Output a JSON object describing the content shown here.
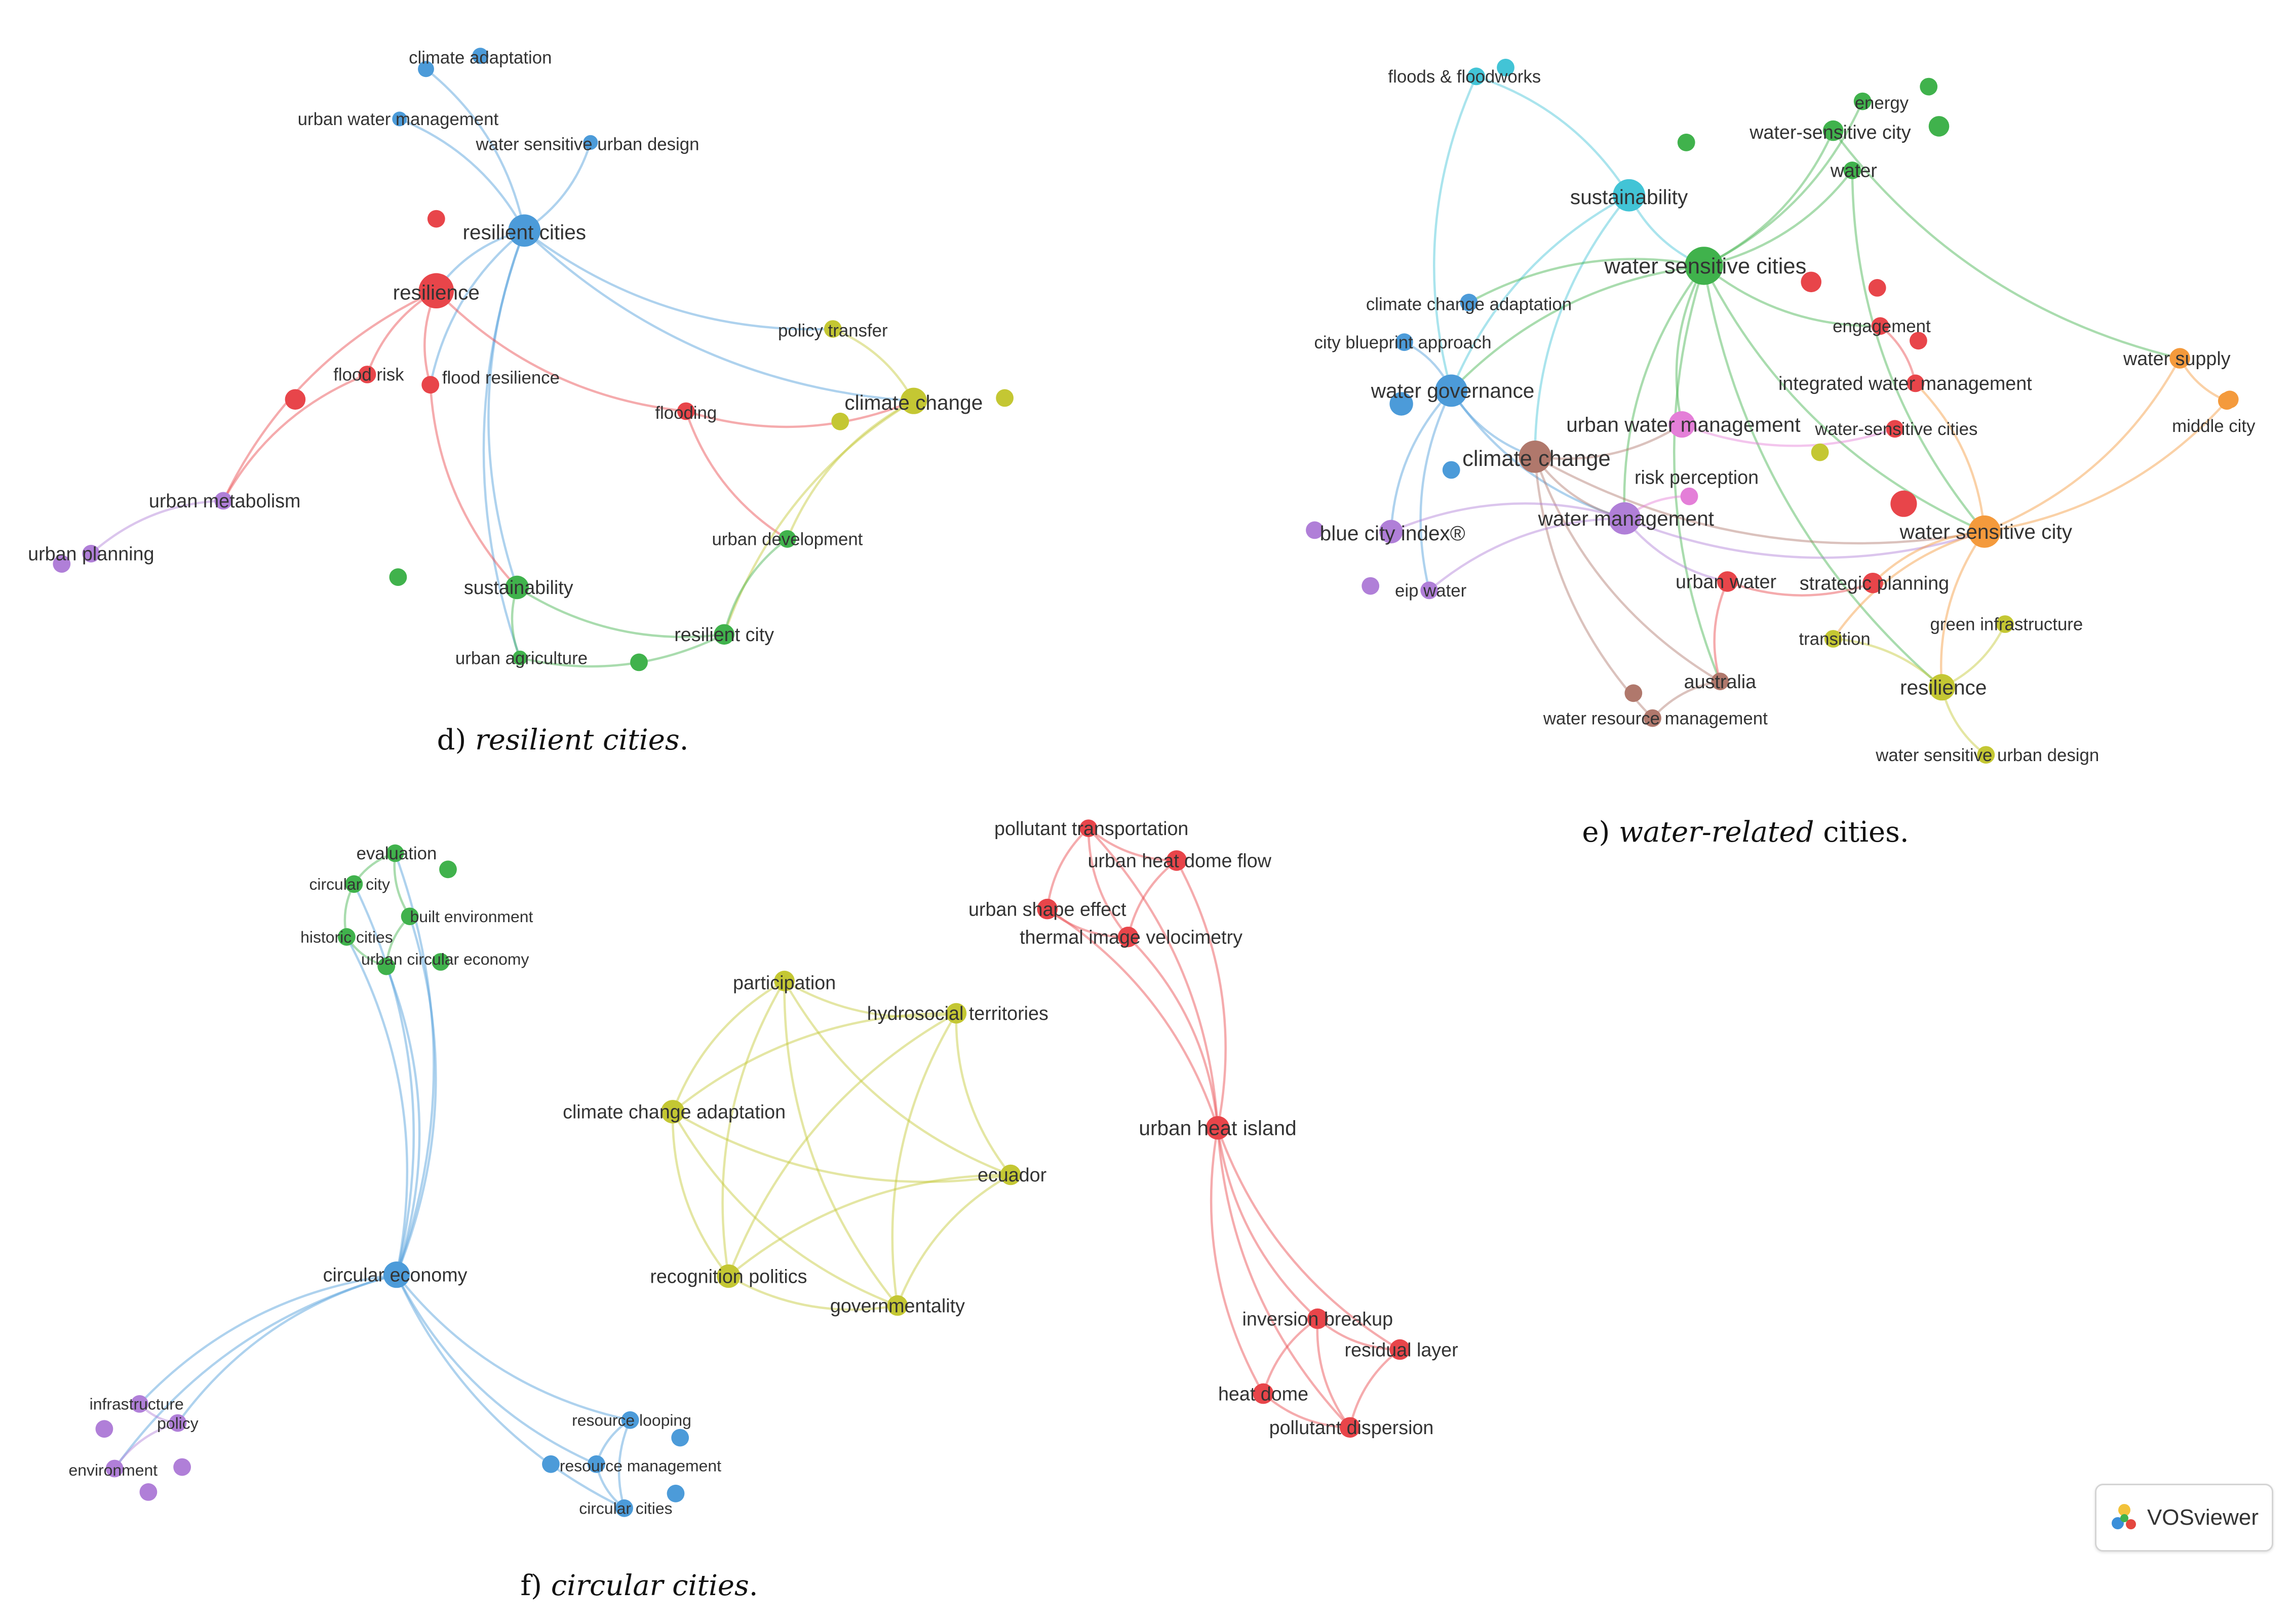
{
  "colors": {
    "red": "#e8454a",
    "green": "#40b24c",
    "blue": "#4c9bd9",
    "yellow": "#c4c733",
    "purple": "#b07fd8",
    "cyan": "#42c4d6",
    "orange": "#f49a3c",
    "brown": "#b0786c",
    "pink": "#e47fd8"
  },
  "panels": [
    {
      "caption_prefix": "d) ",
      "caption_italic": "resilient cities",
      "caption_suffix": ".",
      "nodes": {
        "climate_adaptation": {
          "label": "climate adaptation",
          "cluster": "blue"
        },
        "urban_water_management": {
          "label": "urban water management",
          "cluster": "blue"
        },
        "water_sensitive_urban_design": {
          "label": "water sensitive urban design",
          "cluster": "blue"
        },
        "resilient_cities": {
          "label": "resilient cities",
          "cluster": "blue"
        },
        "resilience": {
          "label": "resilience",
          "cluster": "red"
        },
        "flood_risk": {
          "label": "flood risk",
          "cluster": "red"
        },
        "flood_resilience": {
          "label": "flood resilience",
          "cluster": "red"
        },
        "flooding": {
          "label": "flooding",
          "cluster": "red"
        },
        "policy_transfer": {
          "label": "policy transfer",
          "cluster": "yellow"
        },
        "climate_change": {
          "label": "climate change",
          "cluster": "yellow"
        },
        "urban_metabolism": {
          "label": "urban metabolism",
          "cluster": "purple"
        },
        "urban_planning": {
          "label": "urban planning",
          "cluster": "purple"
        },
        "urban_development": {
          "label": "urban development",
          "cluster": "green"
        },
        "sustainability": {
          "label": "sustainability",
          "cluster": "green"
        },
        "resilient_city": {
          "label": "resilient city",
          "cluster": "green"
        },
        "urban_agriculture": {
          "label": "urban agriculture",
          "cluster": "green"
        }
      }
    },
    {
      "caption_prefix": "e) ",
      "caption_italic": "water-related",
      "caption_suffix": " cities.",
      "nodes": {
        "floods_floodworks": {
          "label": "floods & floodworks",
          "cluster": "cyan"
        },
        "energy": {
          "label": "energy",
          "cluster": "green"
        },
        "water_sensitive_city_g": {
          "label": "water-sensitive city",
          "cluster": "green"
        },
        "water": {
          "label": "water",
          "cluster": "green"
        },
        "sustainability": {
          "label": "sustainability",
          "cluster": "cyan"
        },
        "water_sensitive_cities": {
          "label": "water sensitive cities",
          "cluster": "green"
        },
        "climate_change_adaptation": {
          "label": "climate change adaptation",
          "cluster": "blue"
        },
        "engagement": {
          "label": "engagement",
          "cluster": "red"
        },
        "city_blueprint_approach": {
          "label": "city blueprint approach",
          "cluster": "blue"
        },
        "water_supply": {
          "label": "water supply",
          "cluster": "orange"
        },
        "integrated_water_management": {
          "label": "integrated water management",
          "cluster": "red"
        },
        "water_governance": {
          "label": "water governance",
          "cluster": "blue"
        },
        "middle_city": {
          "label": "middle city",
          "cluster": "orange"
        },
        "urban_water_management": {
          "label": "urban water management",
          "cluster": "pink"
        },
        "water_sensitive_cities_r": {
          "label": "water-sensitive cities",
          "cluster": "red"
        },
        "climate_change": {
          "label": "climate change",
          "cluster": "brown"
        },
        "risk_perception": {
          "label": "risk perception",
          "cluster": "pink"
        },
        "blue_city_index": {
          "label": "blue city index®",
          "cluster": "purple"
        },
        "water_management": {
          "label": "water management",
          "cluster": "purple"
        },
        "water_sensitive_city": {
          "label": "water sensitive city",
          "cluster": "orange"
        },
        "eip_water": {
          "label": "eip water",
          "cluster": "purple"
        },
        "urban_water": {
          "label": "urban water",
          "cluster": "red"
        },
        "strategic_planning": {
          "label": "strategic planning",
          "cluster": "red"
        },
        "green_infrastructure": {
          "label": "green infrastructure",
          "cluster": "yellow"
        },
        "transition": {
          "label": "transition",
          "cluster": "yellow"
        },
        "australia": {
          "label": "australia",
          "cluster": "brown"
        },
        "resilience": {
          "label": "resilience",
          "cluster": "yellow"
        },
        "water_resource_management": {
          "label": "water resource management",
          "cluster": "brown"
        },
        "water_sensitive_urban_design": {
          "label": "water sensitive urban design",
          "cluster": "yellow"
        }
      }
    },
    {
      "caption_prefix": "f) ",
      "caption_italic": "circular cities",
      "caption_suffix": ".",
      "nodes": {
        "evaluation": {
          "label": "evaluation",
          "cluster": "green"
        },
        "circular_city": {
          "label": "circular city",
          "cluster": "green"
        },
        "built_environment": {
          "label": "built environment",
          "cluster": "green"
        },
        "historic_cities": {
          "label": "historic cities",
          "cluster": "green"
        },
        "urban_circular_economy": {
          "label": "urban circular economy",
          "cluster": "green"
        },
        "circular_economy": {
          "label": "circular economy",
          "cluster": "blue"
        },
        "infrastructure": {
          "label": "infrastructure",
          "cluster": "purple"
        },
        "policy": {
          "label": "policy",
          "cluster": "purple"
        },
        "environment": {
          "label": "environment",
          "cluster": "purple"
        },
        "resource_looping": {
          "label": "resource looping",
          "cluster": "blue"
        },
        "resource_management": {
          "label": "resource management",
          "cluster": "blue"
        },
        "circular_cities": {
          "label": "circular cities",
          "cluster": "blue"
        },
        "participation": {
          "label": "participation",
          "cluster": "yellow"
        },
        "hydrosocial_territories": {
          "label": "hydrosocial territories",
          "cluster": "yellow"
        },
        "climate_change_adaptation": {
          "label": "climate change adaptation",
          "cluster": "yellow"
        },
        "ecuador": {
          "label": "ecuador",
          "cluster": "yellow"
        },
        "recognition_politics": {
          "label": "recognition politics",
          "cluster": "yellow"
        },
        "governmentality": {
          "label": "governmentality",
          "cluster": "yellow"
        },
        "pollutant_transportation": {
          "label": "pollutant transportation",
          "cluster": "red"
        },
        "urban_heat_dome_flow": {
          "label": "urban heat dome flow",
          "cluster": "red"
        },
        "urban_shape_effect": {
          "label": "urban shape effect",
          "cluster": "red"
        },
        "thermal_image_velocimetry": {
          "label": "thermal image velocimetry",
          "cluster": "red"
        },
        "urban_heat_island": {
          "label": "urban heat island",
          "cluster": "red"
        },
        "inversion_breakup": {
          "label": "inversion breakup",
          "cluster": "red"
        },
        "residual_layer": {
          "label": "residual layer",
          "cluster": "red"
        },
        "heat_dome": {
          "label": "heat dome",
          "cluster": "red"
        },
        "pollutant_dispersion": {
          "label": "pollutant dispersion",
          "cluster": "red"
        }
      }
    }
  ],
  "vosviewer_badge": "VOSviewer"
}
